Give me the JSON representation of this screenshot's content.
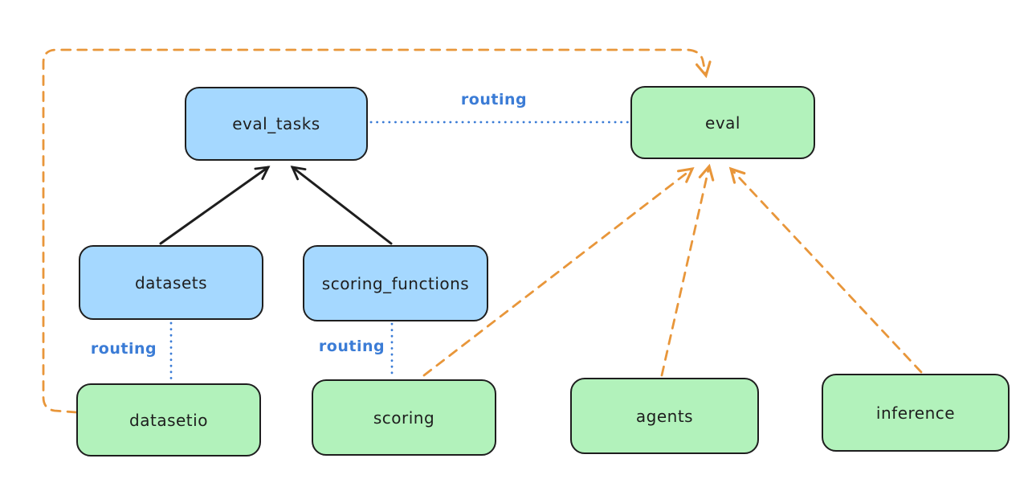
{
  "diagram_type": "architecture-routing-diagram",
  "colors": {
    "background": "#ffffff",
    "node_stroke": "#1e1e1e",
    "blue_node_fill": "#a5d8ff",
    "green_node_fill": "#b2f2bb",
    "solid_arrow": "#1e1e1e",
    "routing_line": "#3b7cd6",
    "routing_label": "#3b7cd6",
    "dashed_arrow": "#e8963a"
  },
  "nodes": {
    "eval_tasks": {
      "label": "eval_tasks",
      "fill": "blue"
    },
    "eval": {
      "label": "eval",
      "fill": "green"
    },
    "datasets": {
      "label": "datasets",
      "fill": "blue"
    },
    "scoring_functions": {
      "label": "scoring_functions",
      "fill": "blue"
    },
    "datasetio": {
      "label": "datasetio",
      "fill": "green"
    },
    "scoring": {
      "label": "scoring",
      "fill": "green"
    },
    "agents": {
      "label": "agents",
      "fill": "green"
    },
    "inference": {
      "label": "inference",
      "fill": "green"
    }
  },
  "edge_labels": {
    "eval_tasks_eval": "routing",
    "datasets_datasetio": "routing",
    "scoring_functions_scoring": "routing"
  },
  "edges": [
    {
      "from": "datasets",
      "to": "eval_tasks",
      "style": "solid",
      "color": "#1e1e1e",
      "arrow": true
    },
    {
      "from": "scoring_functions",
      "to": "eval_tasks",
      "style": "solid",
      "color": "#1e1e1e",
      "arrow": true
    },
    {
      "from": "eval_tasks",
      "to": "eval",
      "style": "dotted",
      "color": "#3b7cd6",
      "arrow": false,
      "label": "routing"
    },
    {
      "from": "datasets",
      "to": "datasetio",
      "style": "dotted",
      "color": "#3b7cd6",
      "arrow": false,
      "label": "routing"
    },
    {
      "from": "scoring_functions",
      "to": "scoring",
      "style": "dotted",
      "color": "#3b7cd6",
      "arrow": false,
      "label": "routing"
    },
    {
      "from": "datasetio",
      "to": "eval",
      "style": "dashed",
      "color": "#e8963a",
      "arrow": true,
      "route": "around-left-and-top"
    },
    {
      "from": "scoring",
      "to": "eval",
      "style": "dashed",
      "color": "#e8963a",
      "arrow": true
    },
    {
      "from": "agents",
      "to": "eval",
      "style": "dashed",
      "color": "#e8963a",
      "arrow": true
    },
    {
      "from": "inference",
      "to": "eval",
      "style": "dashed",
      "color": "#e8963a",
      "arrow": true
    }
  ]
}
